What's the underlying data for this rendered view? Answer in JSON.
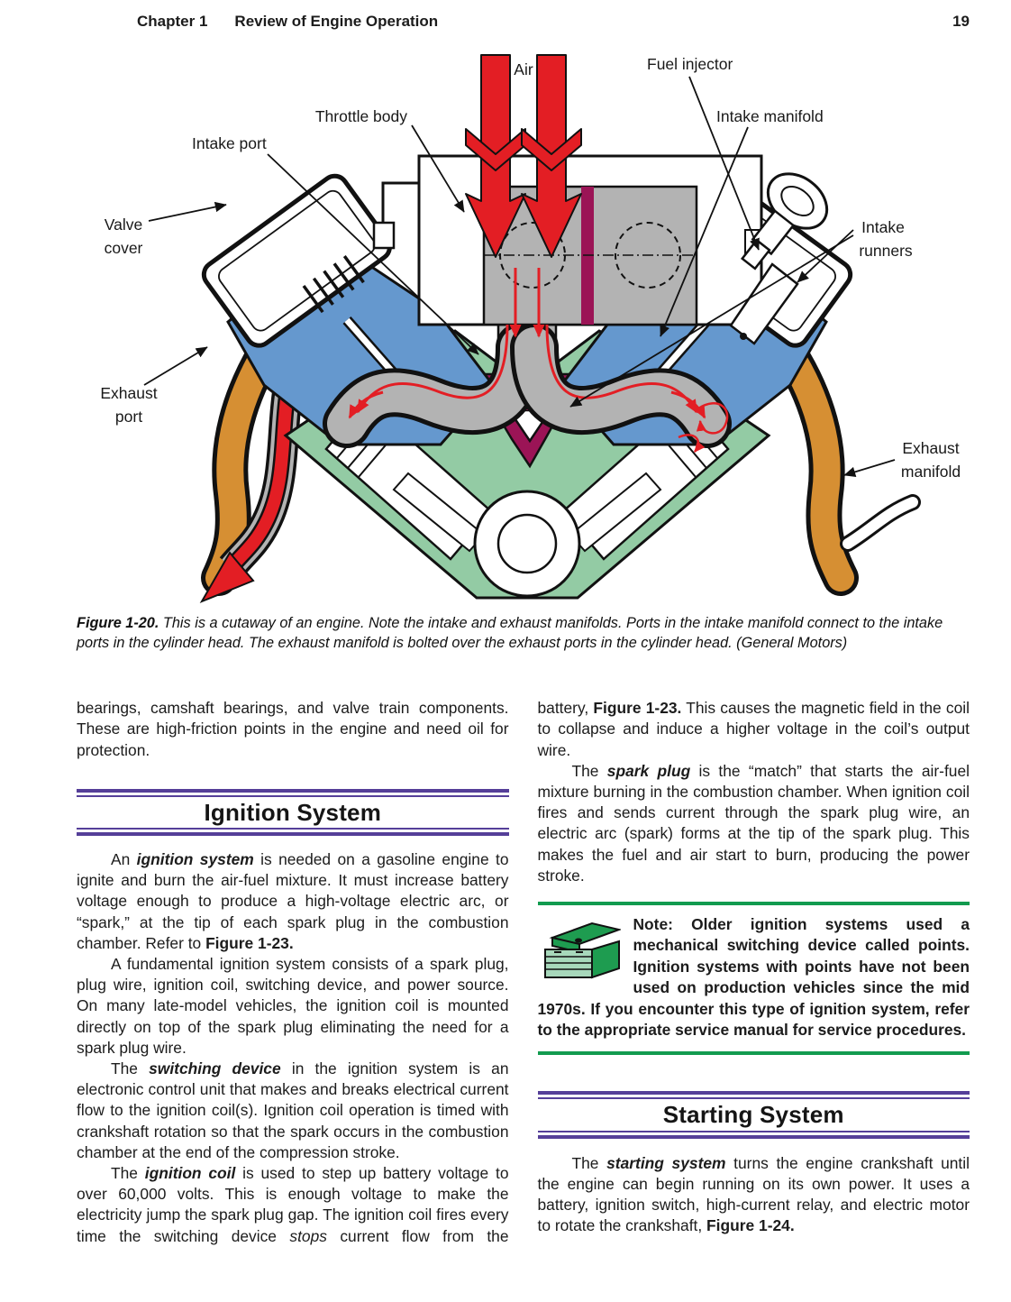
{
  "header": {
    "chapter": "Chapter 1",
    "title": "Review of Engine Operation",
    "page_number": "19"
  },
  "figure": {
    "labels": {
      "air": "Air",
      "fuel_injector": "Fuel injector",
      "throttle_body": "Throttle body",
      "intake_manifold": "Intake manifold",
      "intake_port": "Intake port",
      "valve_cover_line1": "Valve",
      "valve_cover_line2": "cover",
      "intake_runners_line1": "Intake",
      "intake_runners_line2": "runners",
      "exhaust_port_line1": "Exhaust",
      "exhaust_port_line2": "port",
      "exhaust_manifold_line1": "Exhaust",
      "exhaust_manifold_line2": "manifold"
    },
    "caption": {
      "label": "Figure 1-20.",
      "text": "This is a cutaway of an engine. Note the intake and exhaust manifolds. Ports in the intake manifold connect to the intake ports in the cylinder head. The exhaust manifold is bolted over the exhaust ports in the cylinder head. (General Motors)"
    }
  },
  "colors": {
    "rule_purple": "#553f99",
    "rule_green": "#129b4f",
    "arrow_red": "#e31e24",
    "plenum_magenta": "#9b1456",
    "head_blue": "#6598ce",
    "block_green": "#93cba4",
    "exhaust_orange": "#d68f33",
    "runner_gray": "#b3b3b3",
    "toolbox_green": "#1e9c50",
    "toolbox_light": "#a7d8bb"
  },
  "left": {
    "p0": {
      "t0": "bearings, camshaft bearings, and valve train components. These are high-friction points in the engine and need oil for protection."
    },
    "heading": "Ignition System",
    "p1": {
      "t0": "An ",
      "b0": "ignition system",
      "t1": " is needed on a gasoline engine to ignite and burn the air-fuel mixture. It must increase battery voltage enough to produce a high-voltage electric arc, or “spark,” at the tip of each spark plug in the combustion chamber. Refer to ",
      "b1": "Figure 1-23."
    },
    "p2": {
      "t0": "A fundamental ignition system consists of a spark plug, plug wire, ignition coil, switching device, and power source. On many late-model vehicles, the ignition coil is mounted directly on top of the spark plug eliminating the need for a spark plug wire."
    },
    "p3": {
      "t0": "The ",
      "b0": "switching device",
      "t1": " in the ignition system is an electronic control unit that makes and breaks electrical current flow to the ignition coil(s). Ignition coil operation is timed with crankshaft rotation so that the spark occurs in the combustion chamber at the end of the compression stroke."
    },
    "p4": {
      "t0": "The ",
      "b0": "ignition coil",
      "t1": " is used to step up battery voltage to over 60,000 volts. This is enough voltage to make the electricity jump the spark plug gap. The ignition coil fires every time the switching device ",
      "i0": "stops",
      "t2": " current flow from the"
    }
  },
  "right": {
    "p0": {
      "t0": "battery, ",
      "b0": "Figure 1-23.",
      "t1": " This causes the magnetic field in the coil to collapse and induce a higher voltage in the coil’s output wire."
    },
    "p1": {
      "t0": "The ",
      "b0": "spark plug",
      "t1": " is the “match” that starts the air-fuel mixture burning in the combustion chamber. When ignition coil fires and sends current through the spark plug wire, an electric arc (spark) forms at the tip of the spark plug. This makes the fuel and air start to burn, producing the power stroke."
    },
    "note": "Note: Older ignition systems used a mechanical switching device called points. Ignition systems with points have not been used on production vehicles since the mid 1970s. If you encounter this type of ignition system, refer to the appropriate service manual for service procedures.",
    "heading": "Starting System",
    "p2": {
      "t0": "The ",
      "b0": "starting system",
      "t1": " turns the engine crankshaft until the engine can begin running on its own power. It uses a battery, ignition switch, high-current relay, and electric motor to rotate the crankshaft, ",
      "b1": "Figure 1-24."
    }
  }
}
